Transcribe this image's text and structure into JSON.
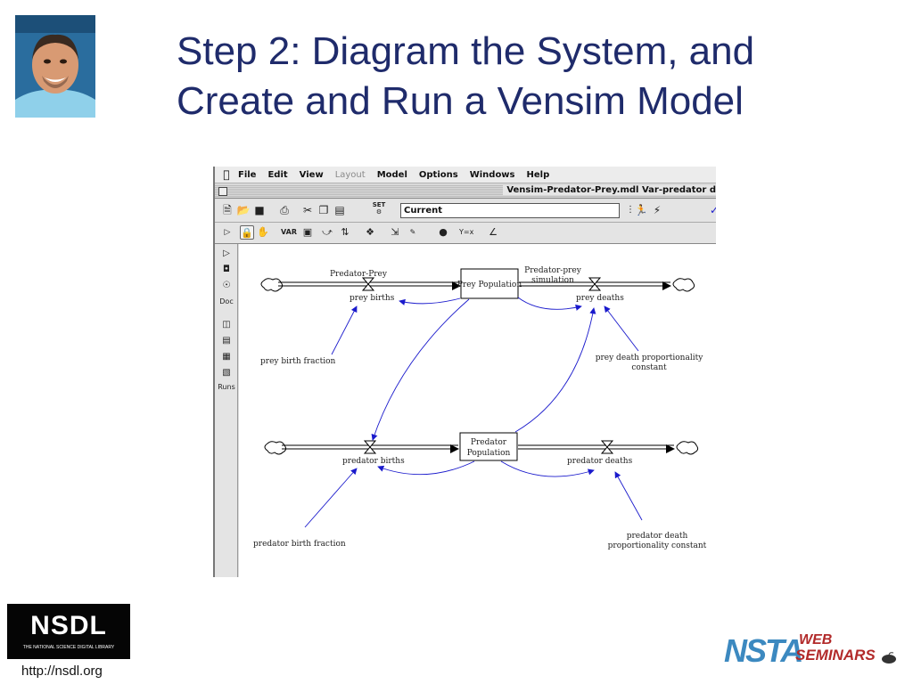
{
  "slide": {
    "title_line1": "Step 2: Diagram the System, and",
    "title_line2": "Create and Run a Vensim Model"
  },
  "vensim": {
    "menu": [
      {
        "label": "File",
        "enabled": true
      },
      {
        "label": "Edit",
        "enabled": true
      },
      {
        "label": "View",
        "enabled": true
      },
      {
        "label": "Layout",
        "enabled": false
      },
      {
        "label": "Model",
        "enabled": true
      },
      {
        "label": "Options",
        "enabled": true
      },
      {
        "label": "Windows",
        "enabled": true
      },
      {
        "label": "Help",
        "enabled": true
      }
    ],
    "window_title": "Vensim-Predator-Prey.mdl Var-predator d",
    "toolbar": {
      "run_name_value": "Current",
      "set_label": "SET"
    },
    "left_tools": {
      "doc_label": "Doc",
      "runs_label": "Runs"
    },
    "diagram": {
      "title_left": "Predator-Prey",
      "title_right_line1": "Predator-prey",
      "title_right_line2": "simulation",
      "prey_population": "Prey Population",
      "prey_births": "prey births",
      "prey_deaths": "prey deaths",
      "prey_birth_fraction": "prey birth fraction",
      "prey_death_constant_line1": "prey death proportionality",
      "prey_death_constant_line2": "constant",
      "predator_population_line1": "Predator",
      "predator_population_line2": "Population",
      "predator_births": "predator births",
      "predator_deaths": "predator deaths",
      "predator_birth_fraction": "predator birth fraction",
      "predator_death_constant_line1": "predator death",
      "predator_death_constant_line2": "proportionality constant"
    },
    "colors": {
      "link_arrow": "#1a1acc",
      "flow_line": "#000000"
    }
  },
  "logos": {
    "nsdl_word": "NSDL",
    "nsdl_tagline": "THE NATIONAL SCIENCE DIGITAL LIBRARY",
    "nsdl_url": "http://nsdl.org",
    "nsta_word": "NSTA",
    "web_word": "WEB",
    "seminars_word": "SEMINARS"
  }
}
